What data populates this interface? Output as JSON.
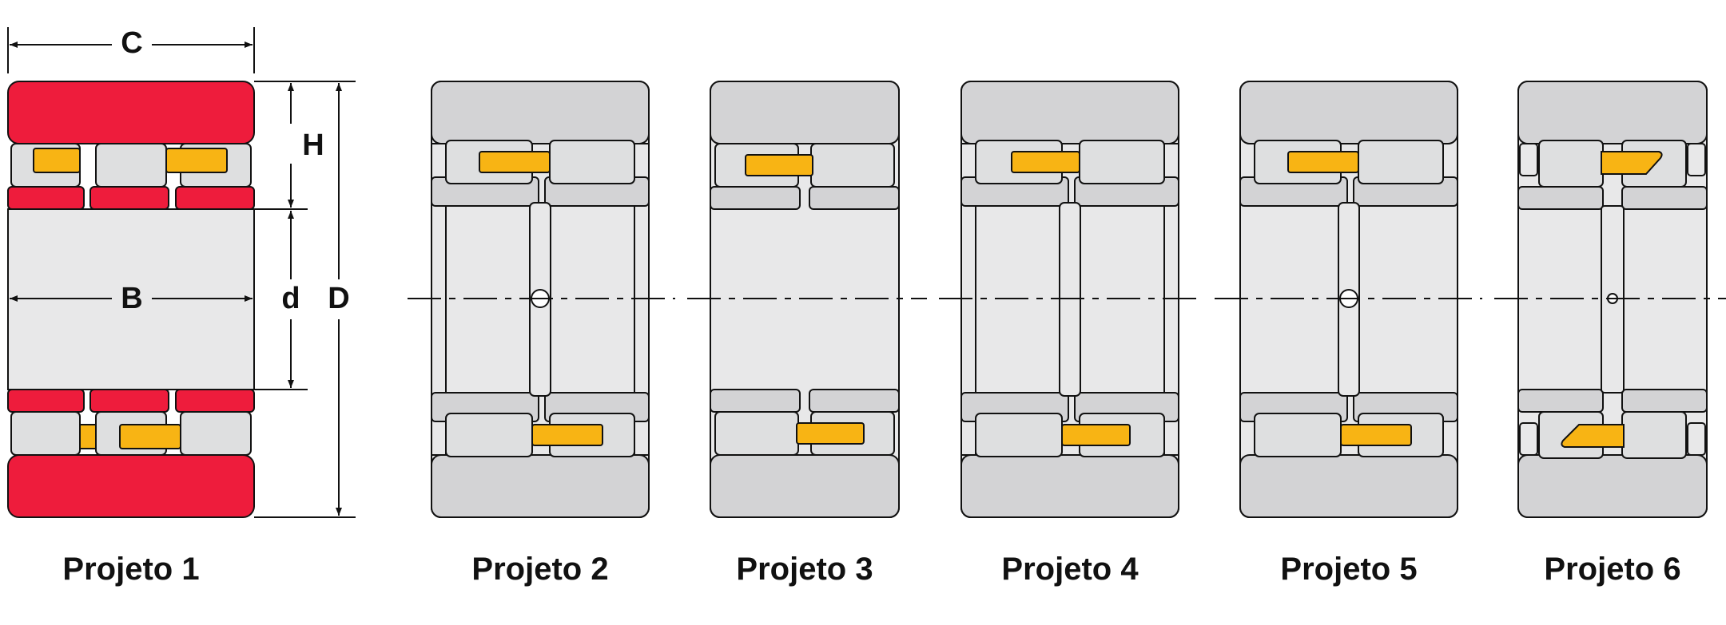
{
  "colors": {
    "outer_ring_highlight": "#EE1C3C",
    "outer_ring": "#D3D3D5",
    "inner_body": "#E8E8E9",
    "roller": "#DEDFE0",
    "cage": "#F8B414",
    "line": "#111111"
  },
  "dimensions": {
    "C": "C",
    "H": "H",
    "B": "B",
    "d": "d",
    "D": "D"
  },
  "designs": [
    {
      "label": "Projeto 1"
    },
    {
      "label": "Projeto 2"
    },
    {
      "label": "Projeto 3"
    },
    {
      "label": "Projeto 4"
    },
    {
      "label": "Projeto 5"
    },
    {
      "label": "Projeto 6"
    }
  ]
}
